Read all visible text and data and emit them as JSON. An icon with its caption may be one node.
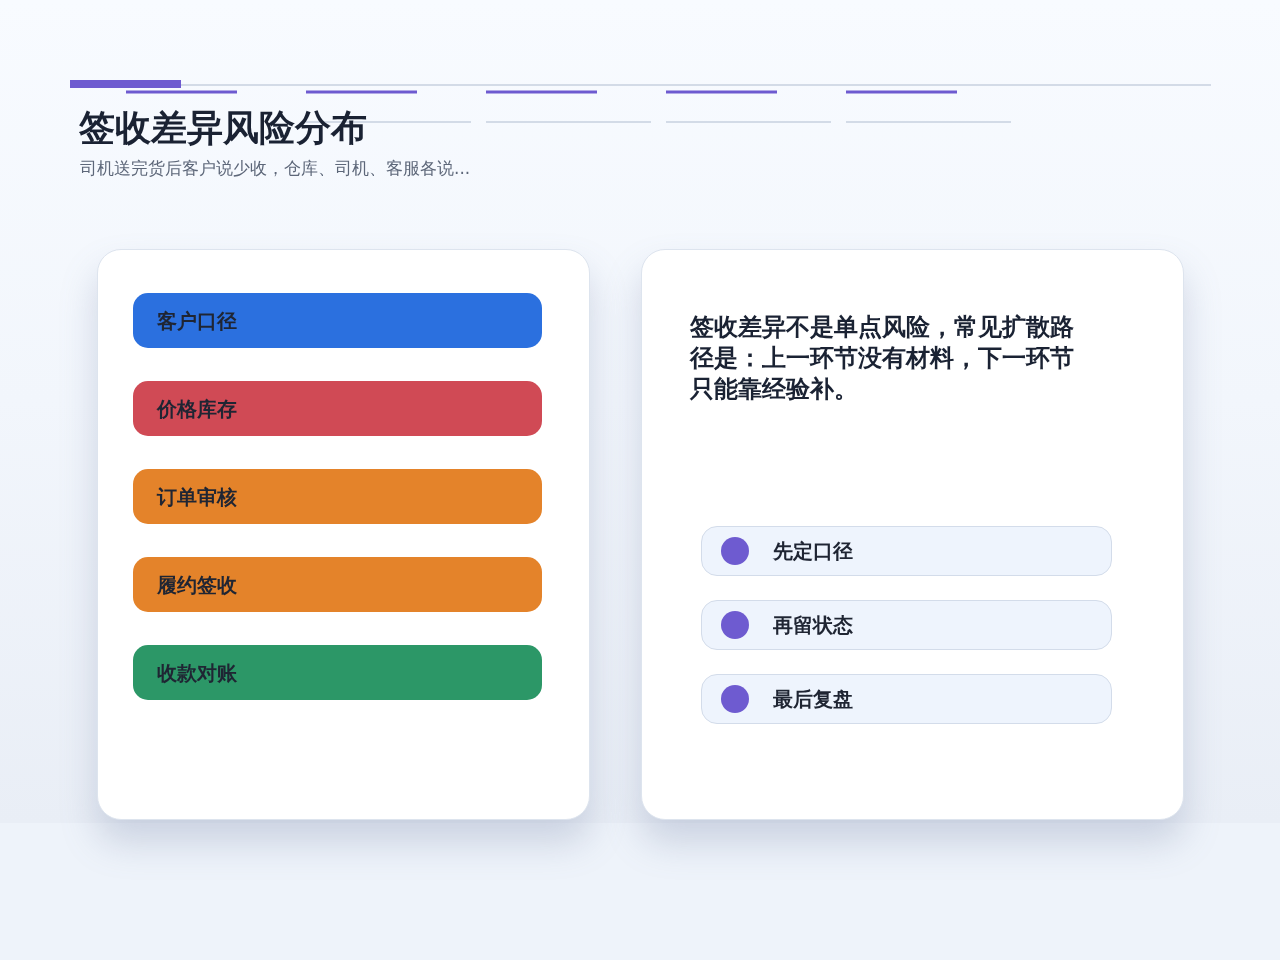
{
  "diagram": {
    "title": "签收差异风险分布",
    "nodes": [
      {
        "text": [],
        "shape": "box"
      },
      {
        "text": [
          "客户口径"
        ],
        "in": 0
      },
      {
        "text": [
          "价格库存"
        ],
        "in": 0
      },
      {
        "text": [
          "订单审核"
        ],
        "in": 0
      },
      {
        "text": [
          "履约签收"
        ],
        "in": 0
      },
      {
        "text": [
          "收款对账"
        ],
        "in": 0
      },
      {
        "text": [
          "签收差异不是单点风险，常见扩散路径是：上一环节没有材料，下一环节只能靠经验补。"
        ]
      },
      {
        "text": [
          "先定口径"
        ],
        "in": 6
      },
      {
        "text": [
          "再留状态"
        ],
        "in": 6
      },
      {
        "text": [
          "最后复盘"
        ],
        "in": 6
      }
    ],
    "labels": [
      "司机送完货后客户说少收，仓库、司机、客服各说..."
    ]
  }
}
